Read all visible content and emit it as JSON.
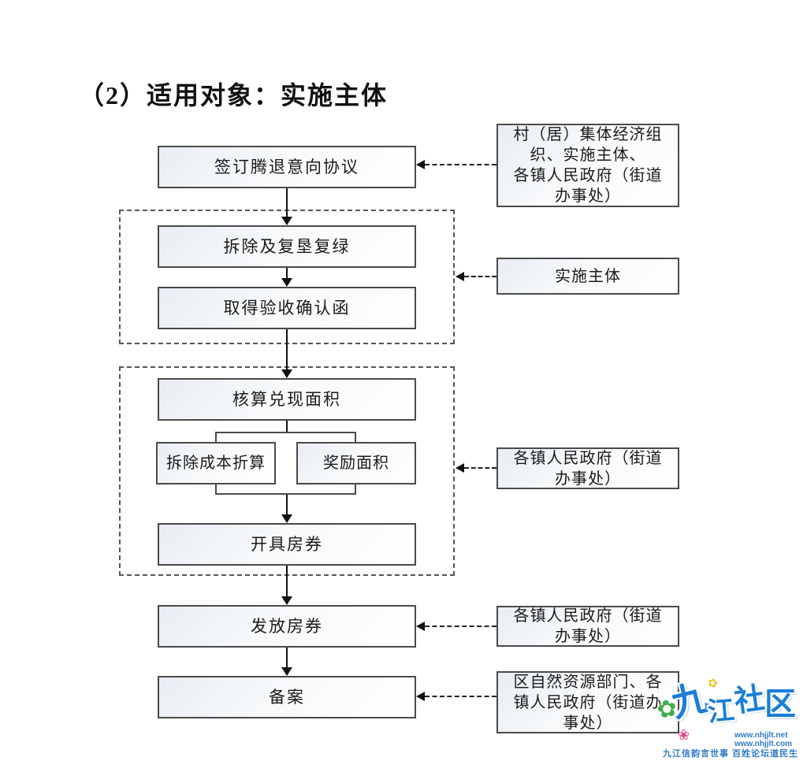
{
  "title": "（2）适用对象：实施主体",
  "flow": {
    "steps": [
      {
        "label": "签订腾退意向协议"
      },
      {
        "label": "拆除及复垦复绿"
      },
      {
        "label": "取得验收确认函"
      },
      {
        "label": "核算兑现面积"
      },
      {
        "label": "拆除成本折算"
      },
      {
        "label": "奖励面积"
      },
      {
        "label": "开具房券"
      },
      {
        "label": "发放房券"
      },
      {
        "label": "备案"
      }
    ],
    "annotations": [
      {
        "label": "村（居）集体经济组\n织、实施主体、\n各镇人民政府（街道\n办事处）"
      },
      {
        "label": "实施主体"
      },
      {
        "label": "各镇人民政府（街道\n办事处）"
      },
      {
        "label": "各镇人民政府（街道\n办事处）"
      },
      {
        "label": "区自然资源部门、各\n镇人民政府（街道办\n事处）"
      }
    ]
  },
  "watermark": {
    "logo": "九江社区",
    "logo_chars": [
      "九",
      "江",
      "社",
      "区"
    ],
    "url1": "www.nhjjlt.net",
    "url2": "www.nhjjlt.com",
    "tagline": "九江信韵言世事  百姓论坛道民生",
    "logo_color": "#1b7ed8",
    "flower_green": "#3fae49",
    "flower_pink": "#e64a8d",
    "flower_yellow": "#f2c21e"
  },
  "colors": {
    "box_border": "#4a4a4a",
    "line": "#111111",
    "box_fill_top": "#e9edf3",
    "box_fill_bottom": "#ffffff"
  }
}
